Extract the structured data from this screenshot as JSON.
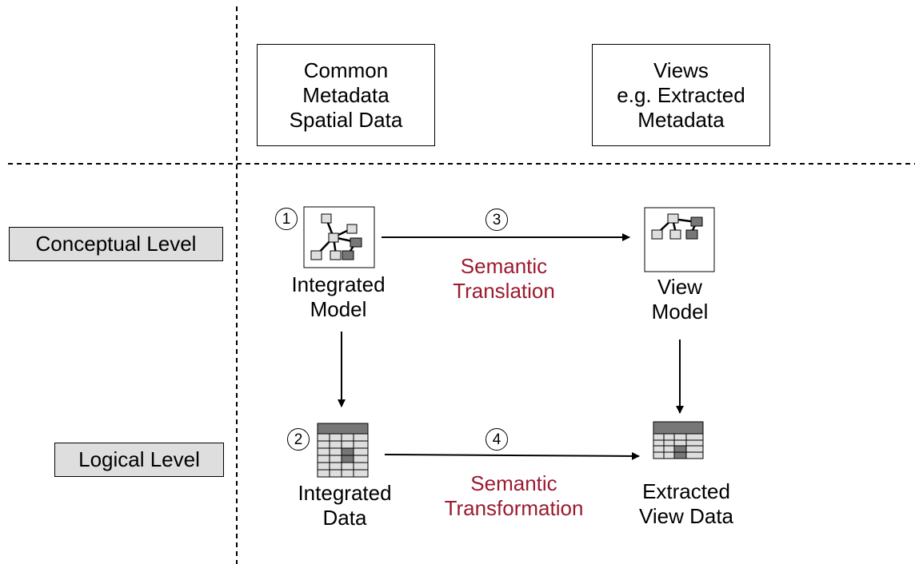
{
  "header_boxes": {
    "common": "Common\nMetadata\nSpatial Data",
    "views": "Views\ne.g. Extracted\nMetadata"
  },
  "levels": {
    "conceptual": "Conceptual Level",
    "logical": "Logical Level"
  },
  "nodes": {
    "integrated_model": "Integrated\nModel",
    "view_model": "View\nModel",
    "integrated_data": "Integrated\nData",
    "extracted_view_data": "Extracted\nView Data"
  },
  "steps": {
    "one": "1",
    "two": "2",
    "three": "3",
    "four": "4"
  },
  "edge_labels": {
    "semantic_translation": "Semantic\nTranslation",
    "semantic_transformation": "Semantic\nTransformation"
  },
  "colors": {
    "edge_label": "#9b1b30",
    "level_box_fill": "#dedede",
    "dark_cell": "#777777",
    "light_cell": "#dedede"
  }
}
